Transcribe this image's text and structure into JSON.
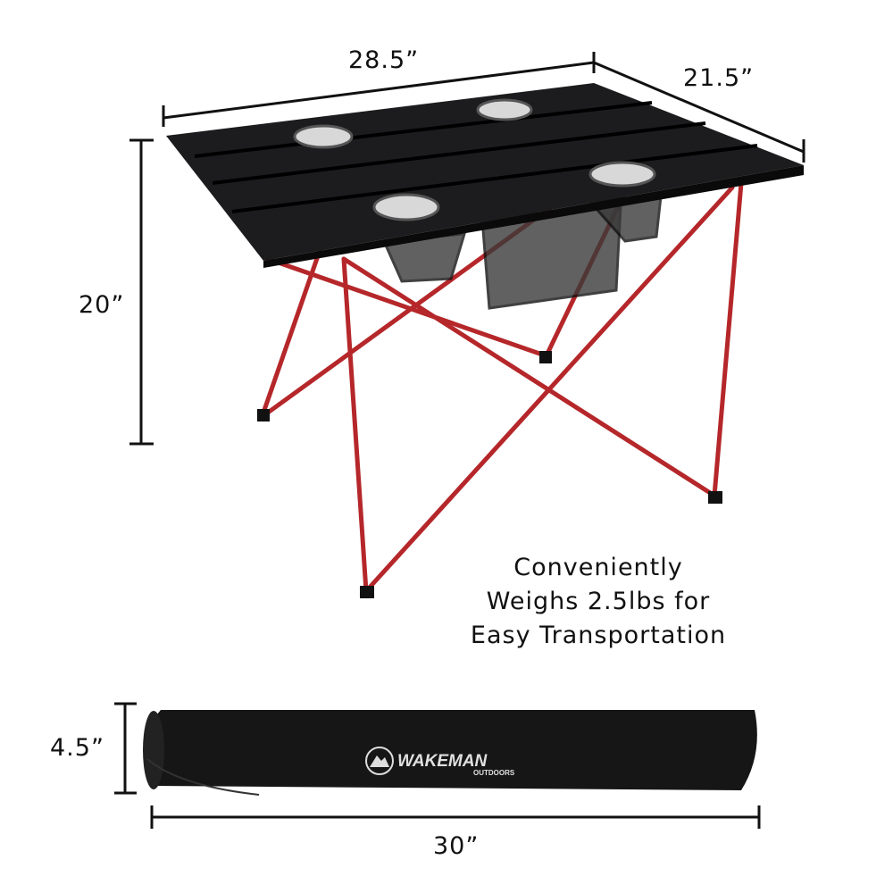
{
  "dimensions": {
    "width": "28.5”",
    "depth": "21.5”",
    "height": "20”",
    "bag_diameter": "4.5”",
    "bag_length": "30”"
  },
  "caption": {
    "line1": "Conveniently",
    "line2": "Weighs 2.5lbs for",
    "line3": "Easy Transportation"
  },
  "brand": {
    "name": "WAKEMAN",
    "sub": "OUTDOORS"
  },
  "colors": {
    "tabletop": "#1c1c1e",
    "frame": "#b5272a",
    "bag": "#161616"
  }
}
